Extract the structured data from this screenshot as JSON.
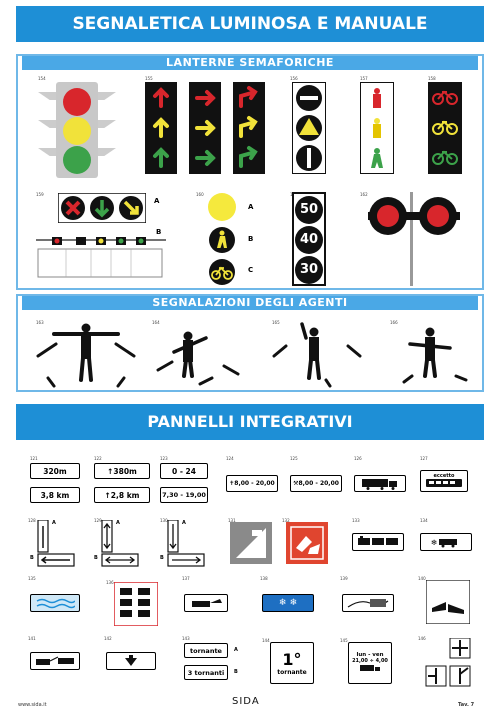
{
  "title": "SEGNALETICA LUMINOSA E MANUALE",
  "section_lanterne": "LANTERNE SEMAFORICHE",
  "section_agenti": "SEGNALAZIONI DEGLI AGENTI",
  "section_pannelli": "PANNELLI INTEGRATIVI",
  "lanterne_numbers": [
    "154",
    "155",
    "156",
    "157",
    "158",
    "159",
    "160",
    "161",
    "162"
  ],
  "lanterne_letters": {
    "a": "A",
    "b": "B",
    "c": "C"
  },
  "speed_values": [
    "50",
    "40",
    "30"
  ],
  "agenti_numbers": [
    "163",
    "164",
    "165",
    "166"
  ],
  "pannelli_numbers": [
    "121",
    "122",
    "123",
    "124",
    "125",
    "126",
    "127",
    "128",
    "129",
    "130",
    "131",
    "132",
    "133",
    "134",
    "135",
    "136",
    "137",
    "138",
    "139",
    "140",
    "141",
    "142",
    "143",
    "144",
    "145",
    "146"
  ],
  "panels": {
    "p121a": "320m",
    "p121b": "3,8 km",
    "p122a": "380m",
    "p122b": "2,8 km",
    "p123a": "0 - 24",
    "p123b": "7,30 - 19,00",
    "p124": "8,00 - 20,00",
    "p125": "8,00 - 20,00",
    "p127": "eccetto",
    "p143a": "tornante",
    "p143b": "3 tornanti",
    "p144a": "1°",
    "p144b": "tornante",
    "p145a": "lun - ven",
    "p145b": "21,00 ÷ 4,00"
  },
  "pannelli_letters": {
    "a": "A",
    "b": "B"
  },
  "footer": {
    "left": "www.sida.it",
    "center": "SIDA",
    "right": "Tav. 7"
  }
}
